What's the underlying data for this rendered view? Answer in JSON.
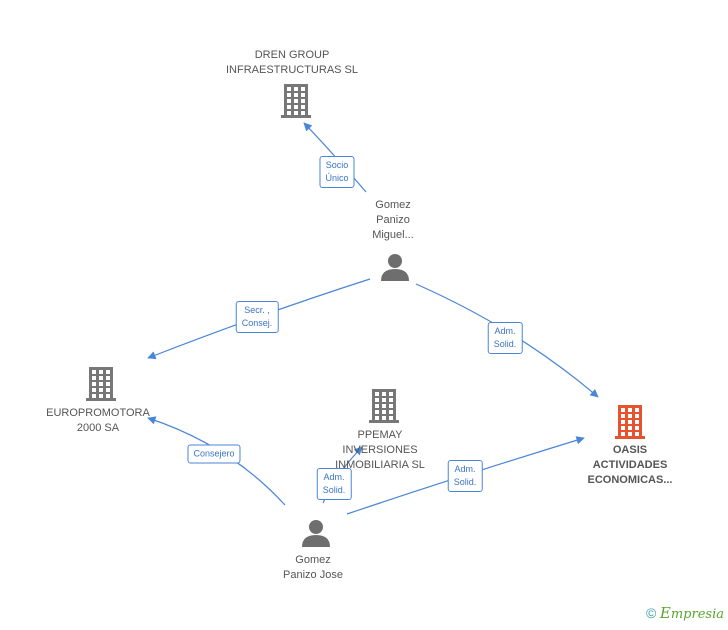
{
  "colors": {
    "edge": "#4a86d6",
    "company": "#777777",
    "focus_company": "#e8532f",
    "person": "#6e6e6e"
  },
  "nodes": {
    "dren": {
      "line1": "DREN GROUP",
      "line2": "INFRAESTRUCTURAS SL",
      "icon": "building-icon"
    },
    "miguel": {
      "line1": "Gomez",
      "line2": "Panizo",
      "line3": "Miguel...",
      "icon": "person-icon"
    },
    "europromotora": {
      "line1": "EUROPROMOTORA",
      "line2": "2000 SA",
      "icon": "building-icon"
    },
    "ppemay": {
      "line1": "PPEMAY",
      "line2": "INVERSIONES",
      "line3": "INMOBILIARIA SL",
      "icon": "building-icon"
    },
    "oasis": {
      "line1": "OASIS",
      "line2": "ACTIVIDADES",
      "line3": "ECONOMICAS...",
      "icon": "building-icon"
    },
    "jose": {
      "line1": "Gomez",
      "line2": "Panizo Jose",
      "icon": "person-icon"
    }
  },
  "edges": {
    "socio_unico": {
      "line1": "Socio",
      "line2": "Único"
    },
    "secr_consej": {
      "line1": "Secr. ,",
      "line2": "Consej."
    },
    "adm_solid_1": {
      "line1": "Adm.",
      "line2": "Solid."
    },
    "consejero": {
      "line1": "Consejero"
    },
    "adm_solid_2": {
      "line1": "Adm.",
      "line2": "Solid."
    },
    "adm_solid_3": {
      "line1": "Adm.",
      "line2": "Solid."
    }
  },
  "footer": {
    "copyright": "©",
    "brand_e": "E",
    "brand_rest": "mpresia"
  }
}
